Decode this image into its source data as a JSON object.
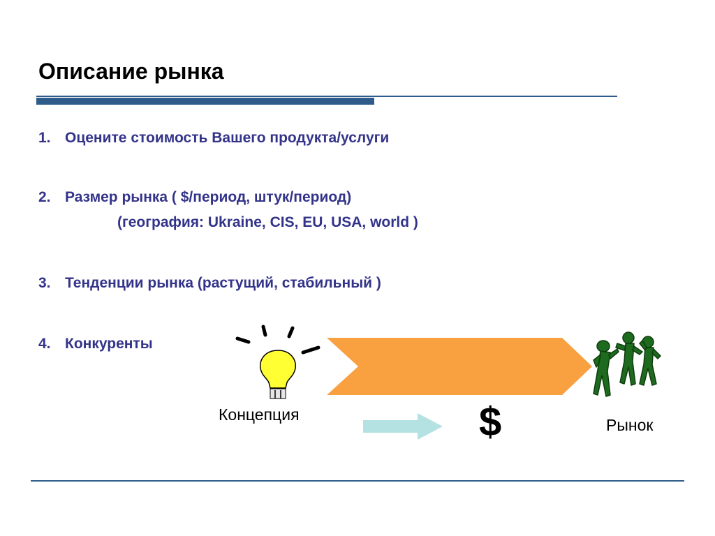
{
  "title": "Описание рынка",
  "list": {
    "item1": {
      "num": "1.",
      "text": "Оцените стоимость Вашего продукта/услуги"
    },
    "item2": {
      "num": "2.",
      "text": "Размер рынка  ( $/период, штук/период)",
      "sub": "(география: Ukraine, CIS, EU, USA, world )"
    },
    "item3": {
      "num": "3.",
      "text": "Тенденции рынка (растущий, стабильный )"
    },
    "item4": {
      "num": "4.",
      "text": "Конкуренты"
    }
  },
  "diagram": {
    "concept_label": "Концепция",
    "market_label": "Рынок",
    "currency_symbol": "$",
    "icons": {
      "concept": "lightbulb-icon",
      "market": "people-figures-icon",
      "flow": "chevron-arrow-icon",
      "small_arrow": "arrow-right-icon"
    }
  },
  "colors": {
    "text": "#33338a",
    "accent_bar": "#2e5c8a",
    "chevron": "#f9a040",
    "bulb": "#ffff33",
    "figures": "#1e6a1e",
    "small_arrow": "#b4e1e1"
  }
}
